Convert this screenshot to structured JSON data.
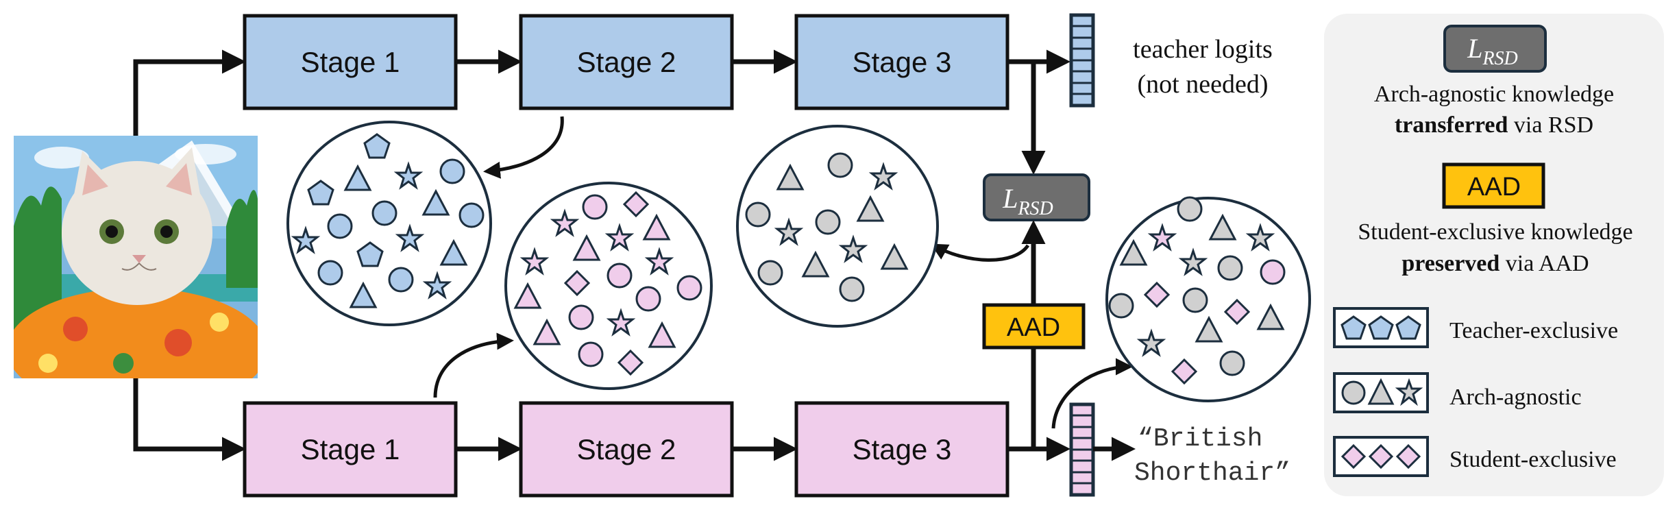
{
  "teacher": {
    "stages": [
      "Stage 1",
      "Stage 2",
      "Stage 3"
    ],
    "logits_label": [
      "teacher logits",
      "(not needed)"
    ]
  },
  "student": {
    "stages": [
      "Stage 1",
      "Stage 2",
      "Stage 3"
    ],
    "prediction": [
      "“British",
      "Shorthair”"
    ]
  },
  "loss_rsd": {
    "main": "L",
    "sub": "RSD"
  },
  "aad_label": "AAD",
  "legend": {
    "rsd_desc": {
      "line1": "Arch-agnostic knowledge",
      "bold": "transferred",
      "rest": " via RSD"
    },
    "aad_desc": {
      "line1": "Student-exclusive knowledge",
      "bold": "preserved",
      "rest": " via AAD"
    },
    "items": [
      "Teacher-exclusive",
      "Arch-agnostic",
      "Student-exclusive"
    ]
  },
  "input_image": {
    "description": "cat-in-hawaiian-shirt"
  },
  "colors": {
    "teacher": "#aecbea",
    "student": "#f0cdeb",
    "gray": "#d0d0d0",
    "loss": "#6e6e6e",
    "aad": "#ffc20e",
    "outline": "#1c2e3e",
    "legend_bg": "#f2f2f2"
  }
}
